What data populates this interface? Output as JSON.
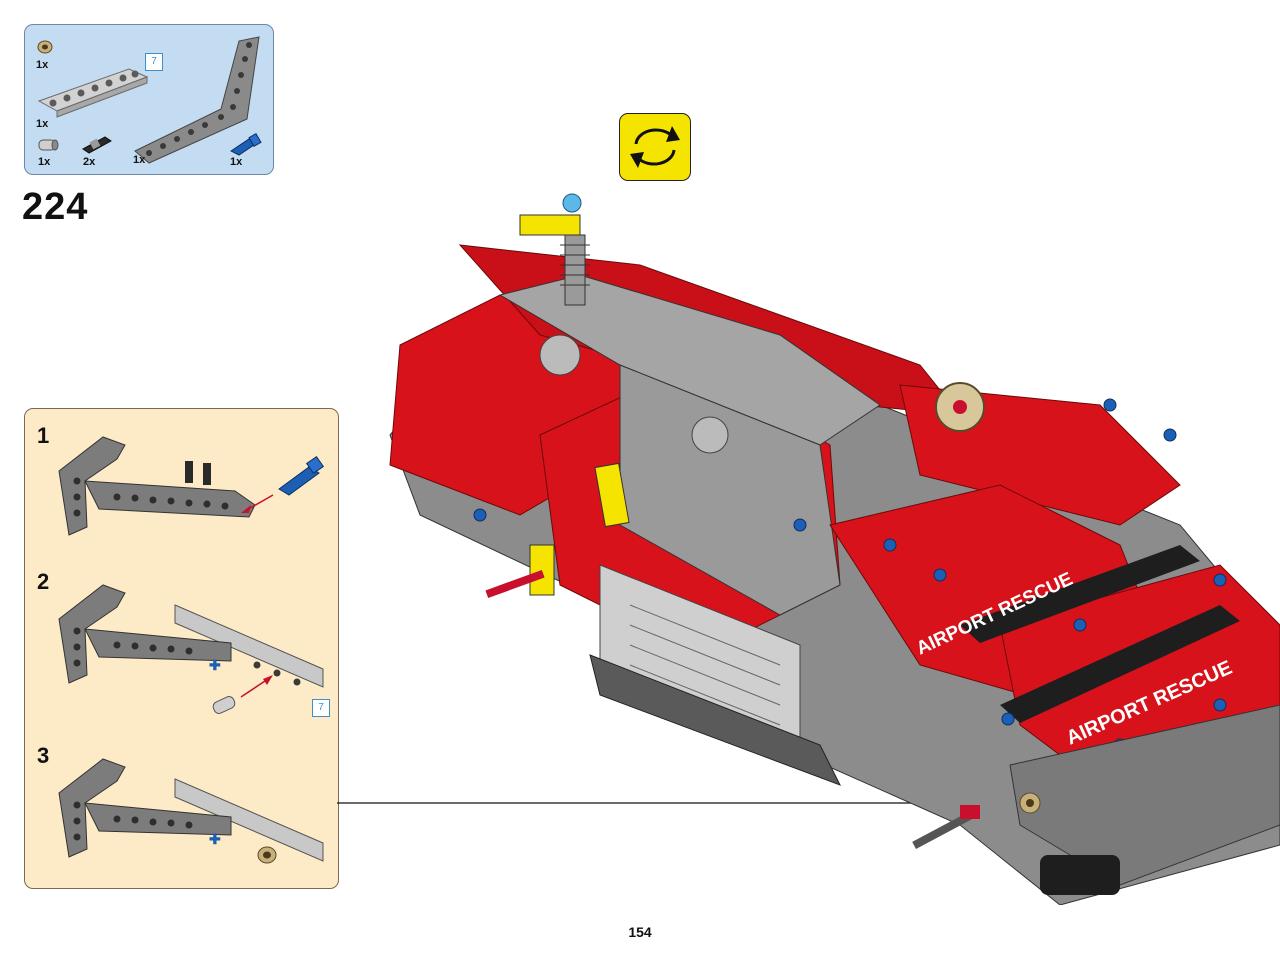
{
  "parts_list": {
    "items": [
      {
        "icon": "bush-tan-icon",
        "qty": "1x"
      },
      {
        "icon": "beam-7-light-gray-icon",
        "qty": "1x",
        "length": "7"
      },
      {
        "icon": "connector-light-gray-icon",
        "qty": "1x"
      },
      {
        "icon": "pin-black-icon",
        "qty": "2x"
      },
      {
        "icon": "angled-beam-dark-gray-icon",
        "qty": "1x"
      },
      {
        "icon": "axle-pin-blue-icon",
        "qty": "1x"
      }
    ]
  },
  "step": {
    "number": "224"
  },
  "rotate_icon": "rotate-model-icon",
  "sub_assembly": {
    "steps": [
      {
        "number": "1"
      },
      {
        "number": "2",
        "length_tag": "7"
      },
      {
        "number": "3"
      }
    ]
  },
  "model": {
    "labels": [
      "AIRPORT RESCUE",
      "AIRPORT RESCUE"
    ]
  },
  "colors": {
    "red": "#d7121a",
    "dark_gray": "#6b6b6b",
    "light_gray": "#bdbdbd",
    "yellow": "#f4e400",
    "blue": "#1c5fb4",
    "tan": "#d8c79a",
    "parts_bg": "#c4dcf2",
    "sub_bg": "#fdebc8"
  },
  "page_number": "154"
}
